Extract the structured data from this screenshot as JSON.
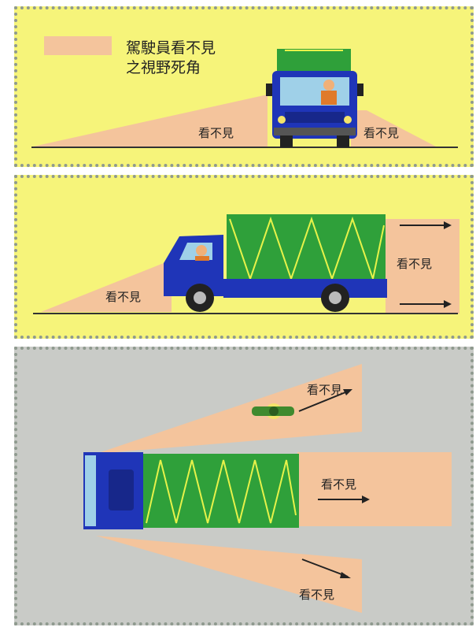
{
  "colors": {
    "panel_yellow": "#f6f47a",
    "panel_gray": "#c9cbc7",
    "blind_zone": "#f4c49c",
    "truck_blue": "#1f35b8",
    "cargo_green": "#2fa03a",
    "strap_yellow": "#e6f24a"
  },
  "legend": {
    "line1": "駕駛員看不見",
    "line2": "之視野死角"
  },
  "front_view": {
    "blind_left": "看不見",
    "blind_right": "看不見"
  },
  "side_view": {
    "blind_front": "看不見",
    "blind_rear": "看不見"
  },
  "top_view": {
    "blind_upper": "看不見",
    "blind_rear": "看不見",
    "blind_lower": "看不見"
  }
}
